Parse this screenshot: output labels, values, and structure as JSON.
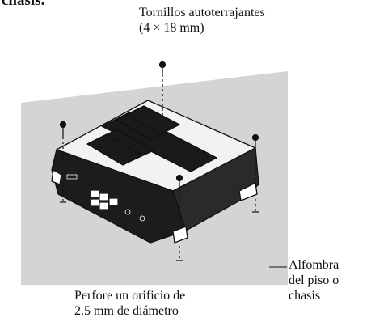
{
  "heading": "chasis.",
  "labels": {
    "screws_line1": "Tornillos autoterrajantes",
    "screws_line2": "(4 × 18 mm)",
    "hole_line1": "Perfore un orificio de",
    "hole_line2": "2.5 mm de diámetro",
    "floor_line1": "Alfombra",
    "floor_line2": "del piso o",
    "floor_line3": "chasis"
  }
}
